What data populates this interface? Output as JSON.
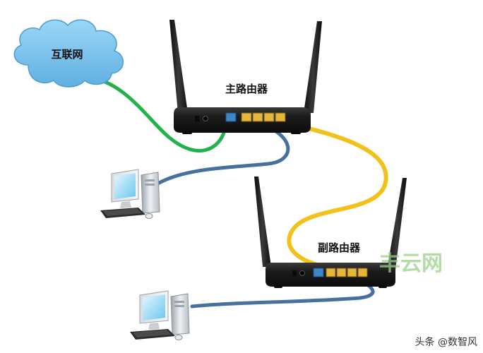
{
  "labels": {
    "internet": "互联网",
    "main_router": "主路由器",
    "sub_router": "副路由器",
    "watermark": "丰云网",
    "credit": "头条 @数智风"
  },
  "colors": {
    "internet_cable": "#22b24c",
    "lan_cable": "#46709e",
    "bridge_cable": "#f2c21a",
    "cloud_fill": "#79c3ec",
    "cloud_edge": "#4e9bcf",
    "router_body": "#1f1f1f",
    "wan_port": "#3f86c6",
    "lan_port": "#e6b63a",
    "watermark": "#9bd08a"
  },
  "icons": {
    "cloud": "cloud-icon",
    "router": "router-icon",
    "computer": "desktop-computer-icon"
  }
}
